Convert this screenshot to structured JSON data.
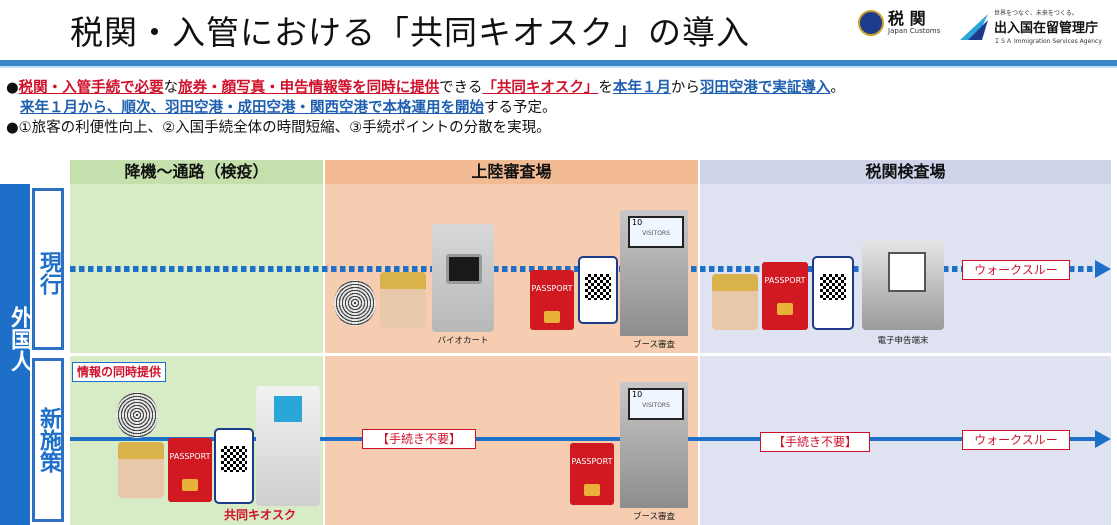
{
  "title": "税関・入管における「共同キオスク」の導入",
  "logos": {
    "customs": "税 関",
    "customs_en": "Japan Customs",
    "isa_small": "世界をつなぐ、未来をつくる。",
    "isa_name": "出入国在留管理庁",
    "isa_mark": "ＩＳＡ",
    "isa_en": "Immigration Services Agency"
  },
  "bullets": {
    "b1_prefix": "●",
    "b1_seg1": "税関・入管手続で必要",
    "b1_seg2": "な",
    "b1_seg3": "旅券・顔写真・申告情報等を同時に提供",
    "b1_seg4": "できる",
    "b1_seg5": "「共同キオスク」",
    "b1_seg6": "を",
    "b1_seg7": "本年１月",
    "b1_seg8": "から",
    "b1_seg9": "羽田空港で実証導入",
    "b1_seg10": "。",
    "b2_seg1": "来年１月から、順次、羽田空港・成田空港・関西空港で本格運用を開始",
    "b2_seg2": "する予定。",
    "b3": "●①旅客の利便性向上、②入国手続全体の時間短縮、③手続ポイントの分散を実現。"
  },
  "columns": {
    "c1": "降機～通路（検疫）",
    "c2": "上陸審査場",
    "c3": "税関検査場"
  },
  "side_label": "外国人",
  "rows": {
    "current": "現行",
    "new": "新施策"
  },
  "captions": {
    "bio_cart": "バイオカート",
    "booth1": "ブース審査",
    "terminal": "電子申告端末",
    "booth2": "ブース審査",
    "kiosk": "共同キオスク"
  },
  "labels": {
    "walk1": "ウォークスルー",
    "walk2": "ウォークスルー",
    "no_proc1": "【手続き不要】",
    "no_proc2": "【手続き不要】",
    "simul": "情報の同時提供"
  },
  "item_text": {
    "passport": "PASSPORT",
    "visitors": "VISITORS",
    "booth_num": "10"
  },
  "colors": {
    "col1": "#d7ebc6",
    "col2": "#f6cdb0",
    "col3": "#dfe2f1",
    "header1": "#c5e0ac",
    "header2": "#f3bb94",
    "header3": "#cfd4ea",
    "blue": "#1e6fc8",
    "red": "#d0112b"
  }
}
